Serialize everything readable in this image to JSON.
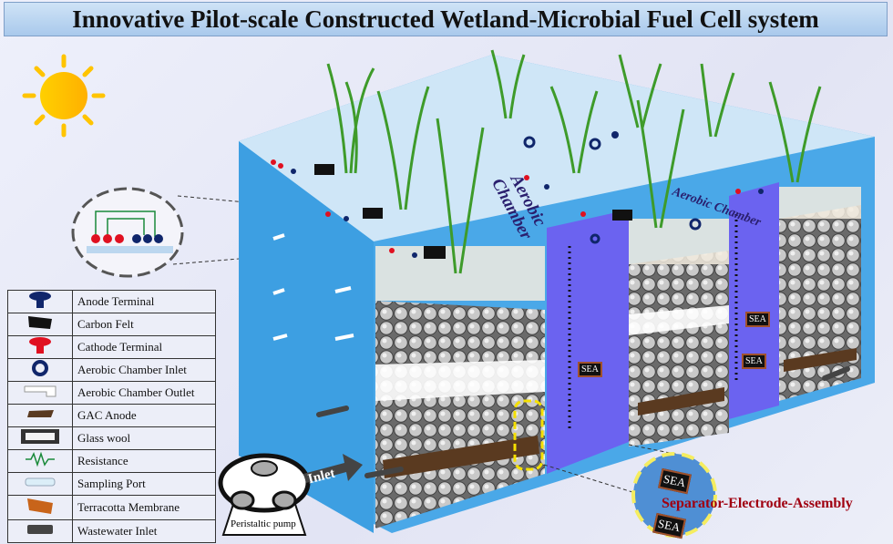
{
  "title": "Innovative Pilot-scale Constructed Wetland-Microbial Fuel Cell system",
  "legend": [
    {
      "icon": "anode-terminal-icon",
      "label": "Anode Terminal"
    },
    {
      "icon": "carbon-felt-icon",
      "label": "Carbon Felt"
    },
    {
      "icon": "cathode-terminal-icon",
      "label": "Cathode Terminal"
    },
    {
      "icon": "aerobic-inlet-icon",
      "label": "Aerobic Chamber Inlet"
    },
    {
      "icon": "aerobic-outlet-icon",
      "label": "Aerobic Chamber Outlet"
    },
    {
      "icon": "gac-anode-icon",
      "label": "GAC Anode"
    },
    {
      "icon": "glass-wool-icon",
      "label": "Glass wool"
    },
    {
      "icon": "resistance-icon",
      "label": "Resistance"
    },
    {
      "icon": "sampling-port-icon",
      "label": "Sampling Port"
    },
    {
      "icon": "terracotta-membrane-icon",
      "label": "Terracotta Membrane"
    },
    {
      "icon": "wastewater-inlet-icon",
      "label": "Wastewater Inlet"
    }
  ],
  "labels": {
    "aerobic1": "Aerobic Chamber",
    "aerobic2": "Aerobic Chamber",
    "sea": "SEA",
    "separator": "Separator-Electrode-Assembly",
    "inlet": "Inlet",
    "pump": "Peristaltic pump"
  },
  "colors": {
    "water": "#4aa8e8",
    "aerobic": "#6b63f0",
    "cathode": "#e01020",
    "anode": "#10266b",
    "gac": "#5a3a20",
    "terracotta": "#c8641a"
  }
}
